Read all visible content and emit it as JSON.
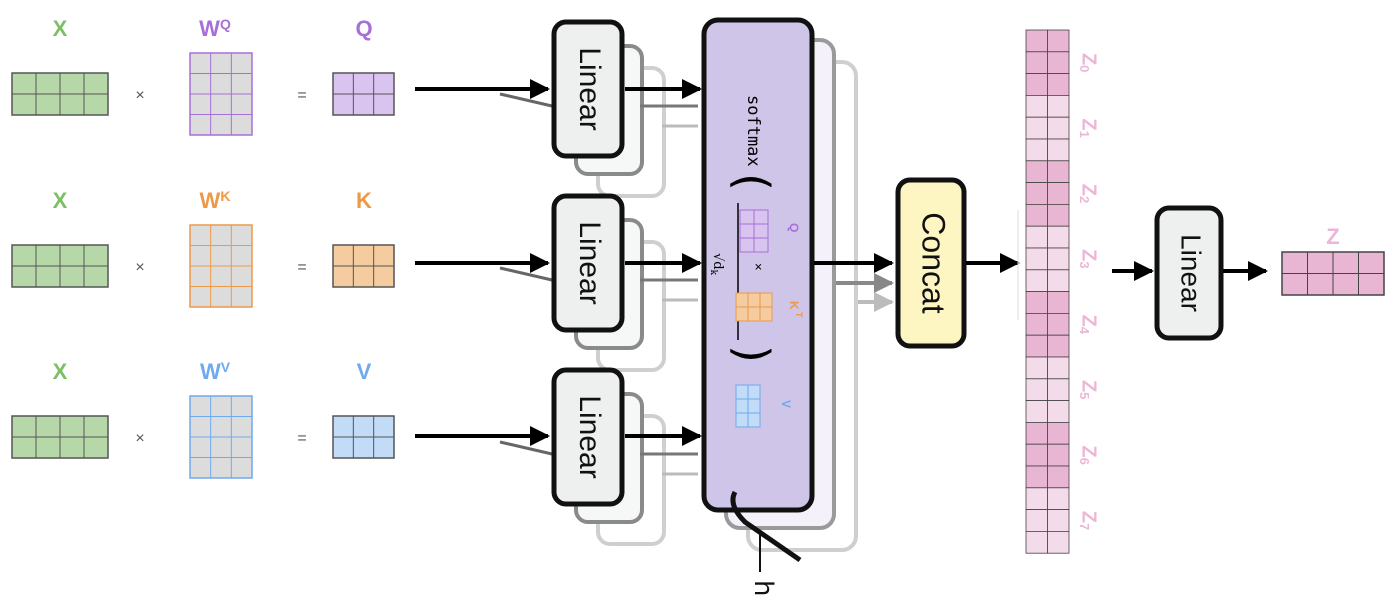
{
  "colors": {
    "x": "#b6d7a8",
    "x_text": "#7cc064",
    "q": "#d9c3ef",
    "q_text": "#a76fd8",
    "k": "#f5cba0",
    "k_text": "#ec9a48",
    "v": "#c2dbf7",
    "v_text": "#6fa9ee",
    "w_fill": "#dcdcdc",
    "attention_box": "#cfc5e8",
    "concat_box": "#fdf6c3",
    "linear_box": "#eef0f0",
    "z": "#e8b6d3",
    "z_light": "#f4dbe9",
    "z_text": "#ecb6d6"
  },
  "projections": [
    {
      "input": "X",
      "weight": "W",
      "weight_sup": "Q",
      "output": "Q",
      "times": "×",
      "equals": "="
    },
    {
      "input": "X",
      "weight": "W",
      "weight_sup": "K",
      "output": "K",
      "times": "×",
      "equals": "="
    },
    {
      "input": "X",
      "weight": "W",
      "weight_sup": "V",
      "output": "V",
      "times": "×",
      "equals": "="
    }
  ],
  "linear_label": "Linear",
  "attention": {
    "softmax": "softmax",
    "q_label": "Q",
    "k_label": "K",
    "k_sup": "T",
    "v_label": "V",
    "times": "×",
    "sqrt_dk": "√d",
    "sqrt_sub": "k",
    "heads": "h"
  },
  "concat_label": "Concat",
  "z_heads": [
    {
      "name": "Z",
      "sub": "0"
    },
    {
      "name": "Z",
      "sub": "1"
    },
    {
      "name": "Z",
      "sub": "2"
    },
    {
      "name": "Z",
      "sub": "3"
    },
    {
      "name": "Z",
      "sub": "4"
    },
    {
      "name": "Z",
      "sub": "5"
    },
    {
      "name": "Z",
      "sub": "6"
    },
    {
      "name": "Z",
      "sub": "7"
    }
  ],
  "final_linear_label": "Linear",
  "output_label": "Z"
}
